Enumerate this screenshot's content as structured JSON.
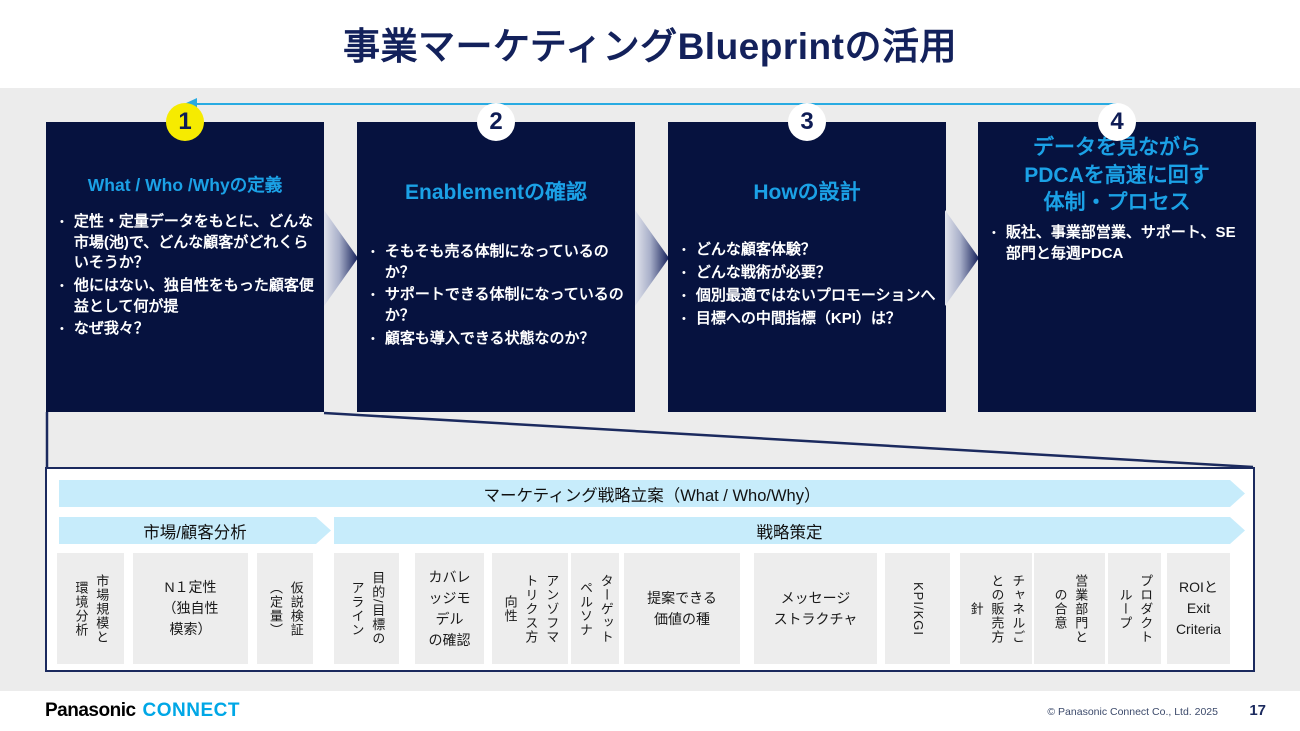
{
  "slide": {
    "title": "事業マーケティングBlueprintの活用"
  },
  "steps": [
    {
      "number": "1",
      "badge_color": "#F6EB00",
      "title": "What / Who /Whyの定義",
      "bullets": [
        "定性・定量データをもとに、どんな市場(池)で、どんな顧客がどれくらいそうか？",
        "他にはない、独自性をもった顧客便益として何が提",
        "なぜ我々？"
      ]
    },
    {
      "number": "2",
      "badge_color": "#FFFFFF",
      "title": "Enablementの確認",
      "bullets": [
        "そもそも売る体制になっているのか？",
        "サポートできる体制になっているのか？",
        "顧客も導入できる状態なのか？"
      ]
    },
    {
      "number": "3",
      "badge_color": "#FFFFFF",
      "title": "Howの設計",
      "bullets": [
        "どんな顧客体験？",
        "どんな戦術が必要？",
        "個別最適ではないプロモーションへ",
        "目標への中間指標（KPI）は？"
      ]
    },
    {
      "number": "4",
      "badge_color": "#FFFFFF",
      "title": "データを見ながら\nPDCAを高速に回す\n体制・プロセス",
      "bullets": [
        "販社、事業部営業、サポート、SE部門と毎週PDCA"
      ]
    }
  ],
  "flow": {
    "banner_top": "マーケティング戦略立案（What / Who/Why）",
    "banner_left": "市場/顧客分析",
    "banner_right": "戦略策定",
    "cards": [
      {
        "text": "市場規模と\n環境分析",
        "orientation": "vertical"
      },
      {
        "text": "N１定性\n（独自性\n模索）",
        "orientation": "horizontal"
      },
      {
        "text": "仮説検証\n（定量）",
        "orientation": "vertical"
      },
      {
        "text": "目的/目標の\nアライン",
        "orientation": "vertical"
      },
      {
        "text": "カバレ\nッジモ\nデル\nの確認",
        "orientation": "horizontal"
      },
      {
        "text": "アンゾフマ\nトリクス方\n向性",
        "orientation": "vertical"
      },
      {
        "text": "ターゲット\nペルソナ",
        "orientation": "vertical"
      },
      {
        "text": "提案できる\n価値の種",
        "orientation": "horizontal"
      },
      {
        "text": "メッセージ\nストラクチャ",
        "orientation": "horizontal"
      },
      {
        "text": "KPI/KGI",
        "orientation": "vertical"
      },
      {
        "text": "チャネルご\nとの販売方\n針",
        "orientation": "vertical"
      },
      {
        "text": "営業部門と\nの合意",
        "orientation": "vertical"
      },
      {
        "text": "プロダクト\nループ",
        "orientation": "vertical"
      },
      {
        "text": "ROIと\nExit\nCriteria",
        "orientation": "horizontal"
      }
    ]
  },
  "footer": {
    "logo_panasonic": "Panasonic",
    "logo_connect": "CONNECT",
    "copyright": "© Panasonic Connect Co., Ltd. 2025",
    "page_number": "17"
  },
  "colors": {
    "box_navy": "#06123F",
    "accent_cyan": "#1BA1E6",
    "badge_yellow": "#F6EB00",
    "banner_blue": "#C7ECFB",
    "return_line_cyan": "#29ABE2",
    "border_navy": "#1B2A5E",
    "background_gray": "#ECECEC",
    "card_gray": "#EDEDED"
  }
}
